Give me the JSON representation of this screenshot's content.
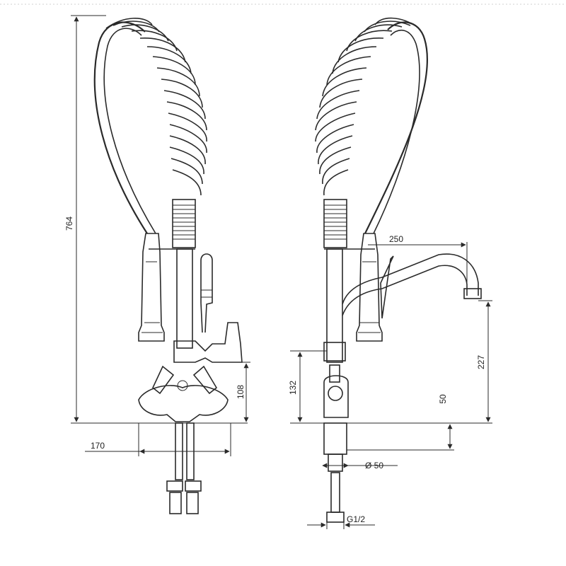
{
  "drawing": {
    "labels": {
      "height_total": "764",
      "width_base": "170",
      "height_base": "108",
      "spout_reach": "250",
      "spout_height": "227",
      "body_height": "132",
      "base_height": "50",
      "diameter": "Ø 50",
      "thread": "G1/2"
    }
  }
}
